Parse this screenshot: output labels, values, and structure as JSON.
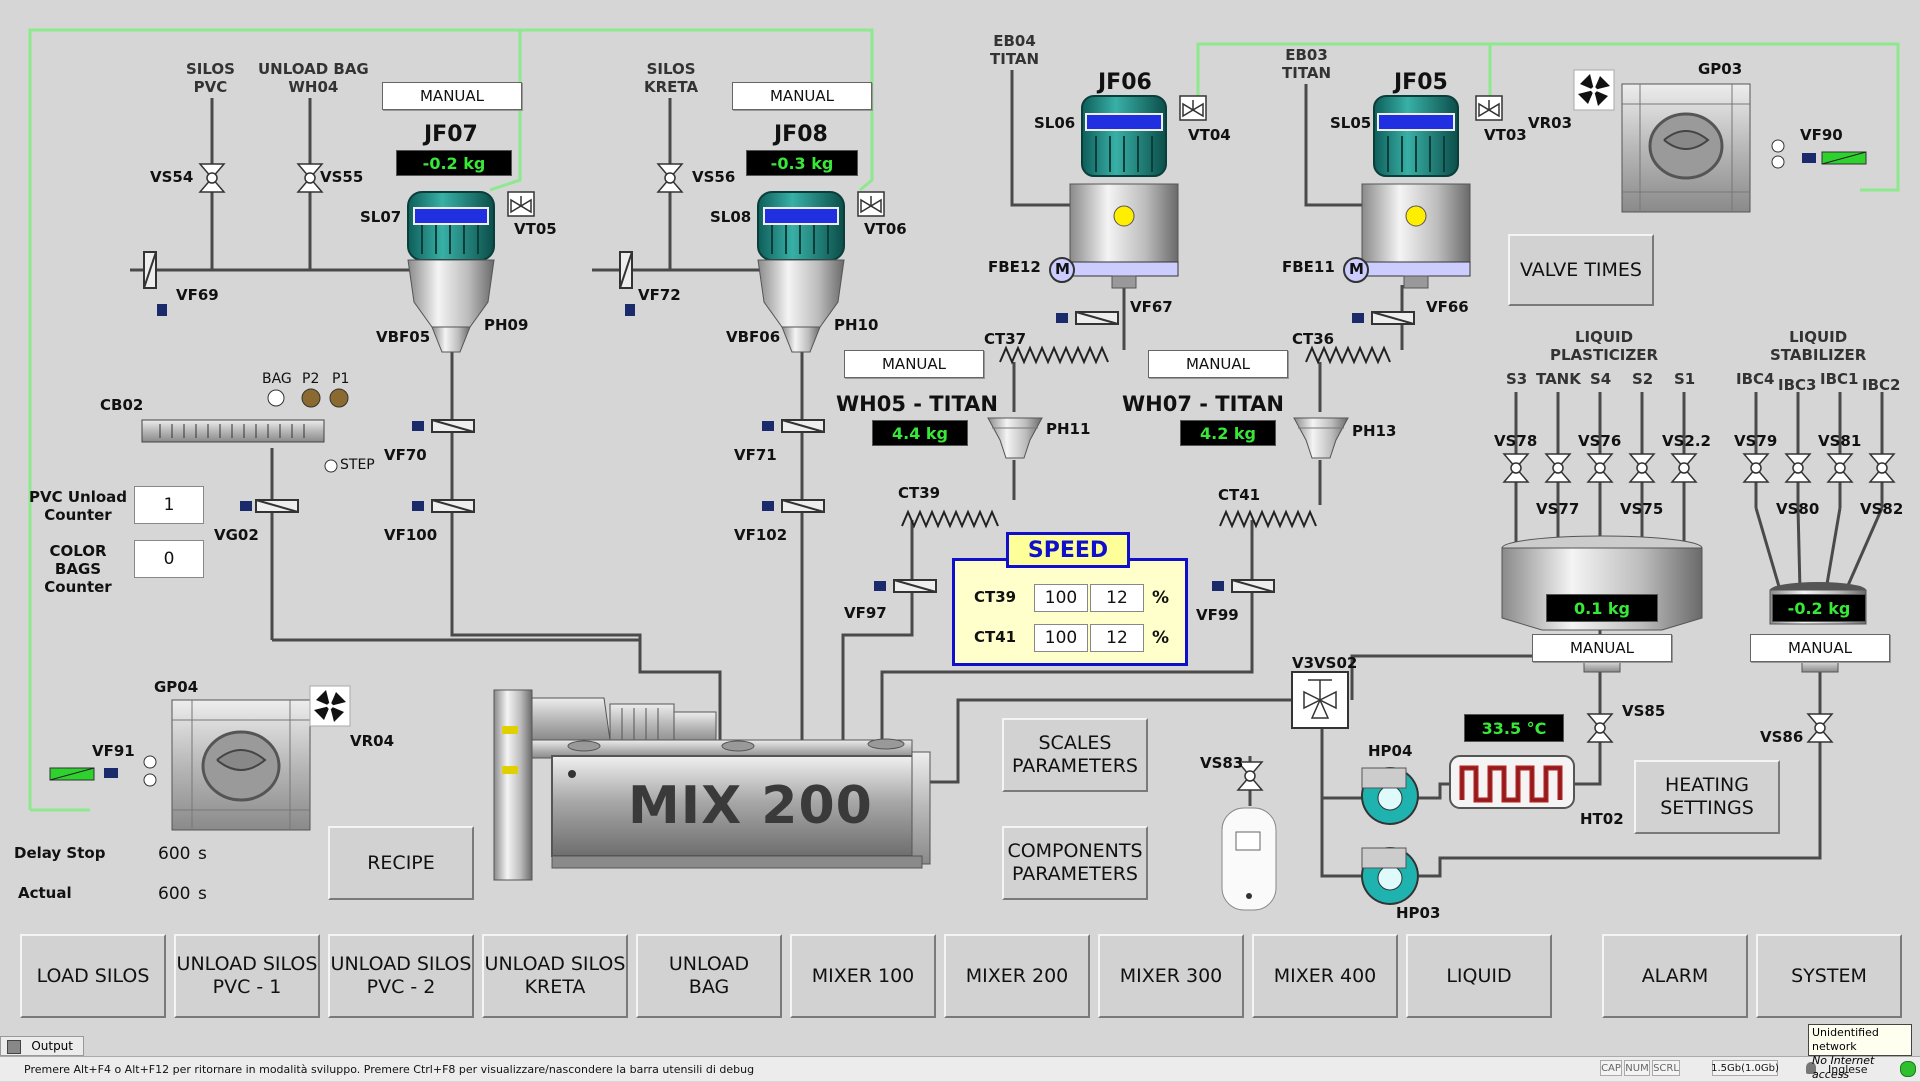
{
  "colors": {
    "background": "#d6d6d6",
    "pipe": "#4a4a4a",
    "signal_line": "#8ee88e",
    "lcd_text": "#38e838",
    "speed_border": "#1010cc",
    "speed_fill": "#ffffcc"
  },
  "left": {
    "silos_pvc": "SILOS\nPVC",
    "unload_bag_wh04": "UNLOAD BAG\nWH04",
    "silos_kreta": "SILOS\nKRETA",
    "vs54": "VS54",
    "vs55": "VS55",
    "vs56": "VS56",
    "vf69": "VF69",
    "vf72": "VF72",
    "jf07": "JF07",
    "jf08": "JF08",
    "jf07_weight": "-0.2  kg",
    "jf08_weight": "-0.3  kg",
    "jf07_mode": "MANUAL",
    "jf08_mode": "MANUAL",
    "sl07": "SL07",
    "sl08": "SL08",
    "vt05": "VT05",
    "vt06": "VT06",
    "vbf05": "VBF05",
    "vbf06": "VBF06",
    "ph09": "PH09",
    "ph10": "PH10",
    "vf70": "VF70",
    "vf71": "VF71",
    "vf100": "VF100",
    "vf102": "VF102",
    "cb02": "CB02",
    "bag": "BAG",
    "p2": "P2",
    "p1": "P1",
    "step": "STEP",
    "vg02": "VG02",
    "pvc_unload_label": "PVC Unload\nCounter",
    "pvc_unload_value": "1",
    "color_bags_label": "COLOR BAGS\nCounter",
    "color_bags_value": "0",
    "gp04": "GP04",
    "vr04": "VR04",
    "vf91": "VF91",
    "delay_stop_label": "Delay Stop",
    "delay_stop_value": "600",
    "delay_stop_unit": "s",
    "actual_label": "Actual",
    "actual_value": "600",
    "actual_unit": "s",
    "recipe": "RECIPE"
  },
  "center": {
    "eb04": "EB04\nTITAN",
    "eb03": "EB03\nTITAN",
    "jf06": "JF06",
    "jf05": "JF05",
    "sl06": "SL06",
    "sl05": "SL05",
    "vt04": "VT04",
    "vt03": "VT03",
    "fbe12": "FBE12",
    "fbe11": "FBE11",
    "motor": "M",
    "vf67": "VF67",
    "vf66": "VF66",
    "ct37": "CT37",
    "ct36": "CT36",
    "wh05_mode": "MANUAL",
    "wh07_mode": "MANUAL",
    "wh05": "WH05 - TITAN",
    "wh07": "WH07 - TITAN",
    "wh05_weight": "4.4  kg",
    "wh07_weight": "4.2  kg",
    "ph11": "PH11",
    "ph13": "PH13",
    "ct39": "CT39",
    "ct41": "CT41",
    "vf97": "VF97",
    "vf99": "VF99",
    "mixer_label": "MIX 200",
    "speed": {
      "title": "SPEED",
      "rows": [
        {
          "name": "CT39",
          "v1": "100",
          "v2": "12",
          "unit": "%"
        },
        {
          "name": "CT41",
          "v1": "100",
          "v2": "12",
          "unit": "%"
        }
      ]
    },
    "scales_parameters": "SCALES\nPARAMETERS",
    "components_parameters": "COMPONENTS\nPARAMETERS"
  },
  "right": {
    "gp03": "GP03",
    "vr03": "VR03",
    "vf90": "VF90",
    "valve_times": "VALVE TIMES",
    "liquid_plasticizer": "LIQUID\nPLASTICIZER",
    "liquid_stabilizer": "LIQUID\nSTABILIZER",
    "lp_sources": [
      "S3",
      "TANK",
      "S4",
      "S2",
      "S1"
    ],
    "ls_sources": [
      "IBC4",
      "IBC3",
      "IBC1",
      "IBC2"
    ],
    "lp_valves_top": [
      "VS78",
      "VS76",
      "VS2.2"
    ],
    "lp_valves_bottom": [
      "VS77",
      "VS75"
    ],
    "ls_valves_top": [
      "VS79",
      "VS81"
    ],
    "ls_valves_bottom": [
      "VS80",
      "VS82"
    ],
    "lp_weight": "0.1  kg",
    "ls_weight": "-0.2  kg",
    "lp_mode": "MANUAL",
    "ls_mode": "MANUAL",
    "v3vs02": "V3VS02",
    "vs85": "VS85",
    "vs86": "VS86",
    "vs83": "VS83",
    "hp04": "HP04",
    "hp03": "HP03",
    "ht02": "HT02",
    "temperature": "33.5  °C",
    "heating_settings": "HEATING\nSETTINGS"
  },
  "nav": [
    "LOAD SILOS",
    "UNLOAD SILOS\nPVC - 1",
    "UNLOAD SILOS\nPVC - 2",
    "UNLOAD SILOS\nKRETA",
    "UNLOAD\nBAG",
    "MIXER 100",
    "MIXER 200",
    "MIXER 300",
    "MIXER 400",
    "LIQUID",
    "ALARM",
    "SYSTEM"
  ],
  "statusbar": {
    "tab": "Output",
    "message": "Premere Alt+F4 o Alt+F12 per ritornare in modalità sviluppo. Premere Ctrl+F8 per visualizzare/nascondere la barra utensili di debug",
    "cap": "CAP",
    "num": "NUM",
    "scrl": "SCRL",
    "mem": "1.5Gb(1.0Gb)",
    "lang": "Inglese",
    "network_title": "Unidentified network",
    "network_sub": "No Internet access"
  }
}
